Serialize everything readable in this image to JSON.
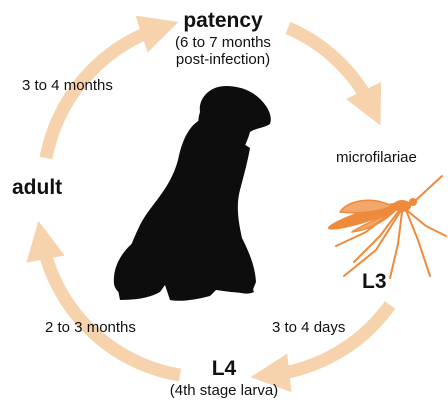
{
  "stages": {
    "patency": {
      "title": "patency",
      "line1": "(6 to 7 months",
      "line2": "post-infection)"
    },
    "microfilariae": {
      "title": "microfilariae"
    },
    "l3": {
      "title": "L3"
    },
    "l4": {
      "title": "L4",
      "subtitle": "(4th stage larva)"
    },
    "adult": {
      "title": "adult"
    }
  },
  "durations": {
    "adult_to_patency": "3 to 4 months",
    "l3_to_l4": "3 to 4 days",
    "l4_to_adult": "2 to 3 months"
  },
  "icons": {
    "host": "dog-silhouette-icon",
    "vector": "mosquito-icon"
  },
  "colors": {
    "cycle_arrow": "#f7d3ad",
    "mosquito": "#ee8a3c",
    "dog": "#0d0d0d",
    "text": "#111111"
  }
}
